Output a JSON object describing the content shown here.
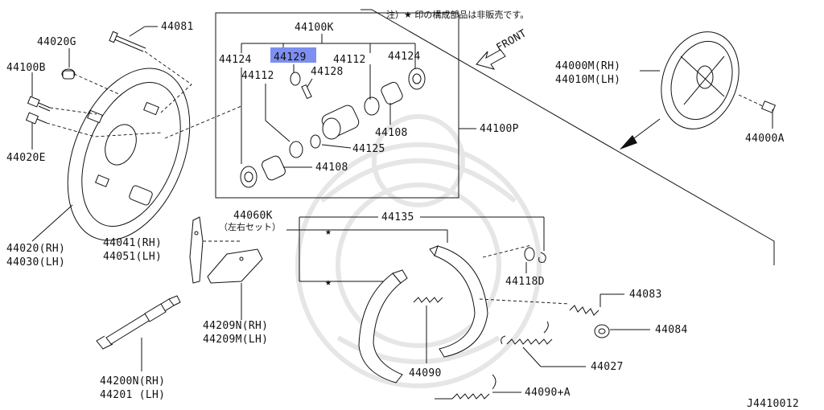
{
  "note": "注）★ 印の構成部品は非販売です。",
  "front_label": "FRONT",
  "labels": {
    "p44081": "44081",
    "p44020G": "44020G",
    "p44100B": "44100B",
    "p44020E": "44020E",
    "p44020": "44020(RH)",
    "p44030": "44030(LH)",
    "p44100K": "44100K",
    "p44124a": "44124",
    "p44129": "44129",
    "p44112a": "44112",
    "p44124b": "44124",
    "p44112b": "44112",
    "p44128": "44128",
    "p44108a": "44108",
    "p44125": "44125",
    "p44108b": "44108",
    "p44100P": "44100P",
    "p44000M": "44000M(RH)",
    "p44010M": "44010M(LH)",
    "p44000A": "44000A",
    "p44060K": "44060K",
    "p44060K_sub": "（左右セット）",
    "p44135": "44135",
    "p44041": "44041(RH)",
    "p44051": "44051(LH)",
    "p44118D": "44118D",
    "p44083": "44083",
    "p44084": "44084",
    "p44209N": "44209N(RH)",
    "p44209M": "44209M(LH)",
    "p44090": "44090",
    "p44027": "44027",
    "p44200N": "44200N(RH)",
    "p44201": "44201  (LH)",
    "p44090A": "44090+A",
    "diagram_id": "J4410012"
  },
  "star": "★",
  "highlight_color": "#7d8ff0"
}
